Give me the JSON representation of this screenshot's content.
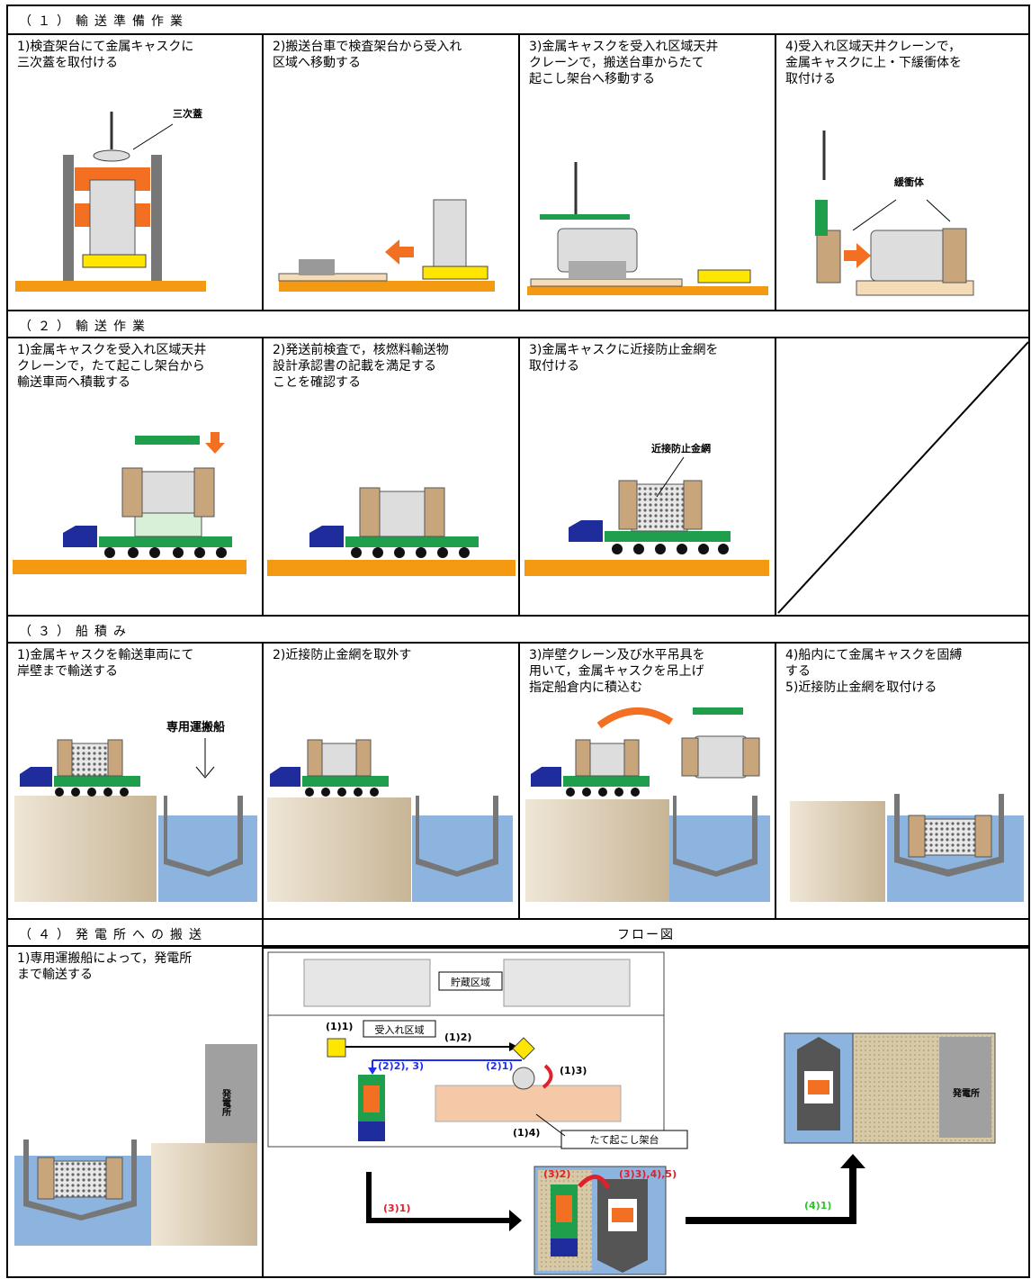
{
  "sections": [
    {
      "title": "（１）輸送準備作業",
      "steps": [
        {
          "caption": "1)検査架台にて金属キャスクに\n三次蓋を取付ける",
          "callout": "三次蓋"
        },
        {
          "caption": "2)搬送台車で検査架台から受入れ\n区域へ移動する"
        },
        {
          "caption": "3)金属キャスクを受入れ区域天井\nクレーンで，搬送台車からたて\n起こし架台へ移動する"
        },
        {
          "caption": "4)受入れ区域天井クレーンで，\n金属キャスクに上・下緩衝体を\n取付ける",
          "callout": "緩衝体"
        }
      ]
    },
    {
      "title": "（２）輸送作業",
      "steps": [
        {
          "caption": "1)金属キャスクを受入れ区域天井\nクレーンで，たて起こし架台から\n輸送車両へ積載する"
        },
        {
          "caption": "2)発送前検査で，核燃料輸送物\n設計承認書の記載を満足する\nことを確認する"
        },
        {
          "caption": "3)金属キャスクに近接防止金網を\n取付ける",
          "callout": "近接防止金網"
        }
      ]
    },
    {
      "title": "（３）船積み",
      "steps": [
        {
          "caption": "1)金属キャスクを輸送車両にて\n岸壁まで輸送する",
          "callout": "専用運搬船"
        },
        {
          "caption": "2)近接防止金網を取外す"
        },
        {
          "caption": "3)岸壁クレーン及び水平吊具を\n用いて，金属キャスクを吊上げ\n指定船倉内に積込む"
        },
        {
          "caption": "4)船内にて金属キャスクを固縛\nする\n5)近接防止金網を取付ける"
        }
      ]
    },
    {
      "title": "（４）発電所への搬送",
      "steps": [
        {
          "caption": "1)専用運搬船によって，発電所\nまで輸送する",
          "callout": "発電所"
        }
      ]
    }
  ],
  "flow": {
    "title": "フロー図",
    "labels": {
      "storage": "貯蔵区域",
      "receiving": "受入れ区域",
      "upending": "たて起こし架台",
      "plant": "発電所",
      "s11": "(1)1)",
      "s12": "(1)2)",
      "s13": "(1)3)",
      "s14": "(1)4)",
      "s21": "(2)1)",
      "s223": "(2)2), 3)",
      "s31": "(3)1)",
      "s32": "(3)2)",
      "s345": "(3)3),4),5)",
      "s41": "(4)1)"
    }
  },
  "colors": {
    "ground": "#f39a12",
    "cask": "#e0e0e0",
    "truck": "#1f2c9c",
    "green": "#1f9e4b",
    "water": "#8cb4de",
    "quay": "#d9c8a8",
    "arrow_orange": "#f36f21",
    "flow_blue": "#1f2ff0",
    "flow_red": "#e0202a",
    "flow_green": "#28c828"
  }
}
